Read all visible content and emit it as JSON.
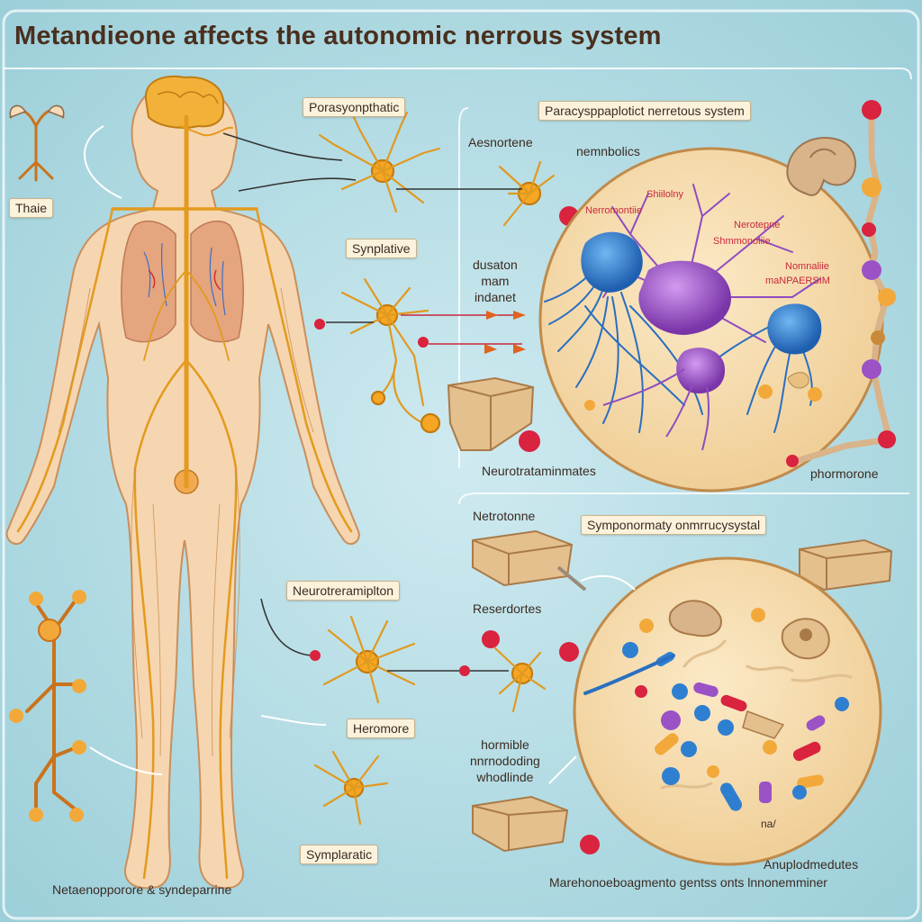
{
  "title": "Metandieone affects the autonomic nerrous system",
  "labels": {
    "thaie": "Thaie",
    "parasympathetic_top": "Porasyonpthatic",
    "parasympathetic_system": "Paracysppaplotict nerretous system",
    "aesnortene": "Aesnortene",
    "nemnbolics": "nemnbolics",
    "synplative": "Synplative",
    "dusaton_1": "dusaton",
    "dusaton_2": "mam",
    "dusaton_3": "indanet",
    "neurotrataminates": "Neurotrataminmates",
    "hormorone": "phormorone",
    "nerotone": "Netrotonne",
    "sympathetic_system": "Symponormaty onmrrucysystal",
    "neurotransmitter": "Neurotreramiplton",
    "reserdortes": "Reserdortes",
    "heromore": "Heromore",
    "hormible_1": "hormible",
    "hormible_2": "nnrnododing",
    "hormible_3": "whodlinde",
    "sympleratic": "Symplaratic",
    "bottom_left": "Netaenopporore & syndeparrine",
    "anuplo": "Anuplodmedutes",
    "bottom_right": "Marehonoeboagmento gentss onts lnnonemminer",
    "small_mark": "na/"
  },
  "inner_labels": [
    "Shiilolny",
    "Nerromontiie",
    "Nerotepne",
    "Shmmonoliie",
    "Nomnaliie",
    "maNPAERSIM"
  ],
  "colors": {
    "background": "#a9d6df",
    "nerve": "#e39a1e",
    "body": "#f6d6b0",
    "circle": "#f7dfb4",
    "receptor_blue": "#2f7fd0",
    "neuron_purple": "#9b52c6",
    "molecule_red": "#d9233f"
  }
}
